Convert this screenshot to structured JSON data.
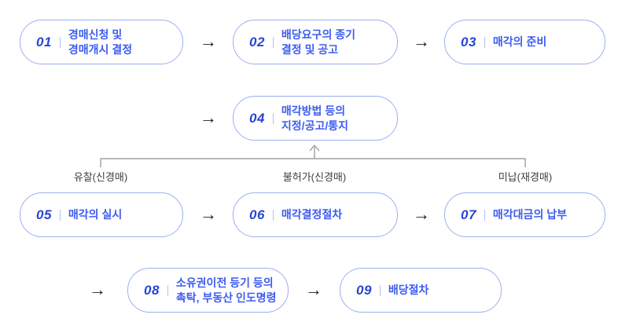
{
  "title": "부동산 경매 절차 흐름도",
  "arrow_glyph": "→",
  "colors": {
    "box_border": "#9dafF1",
    "step_number": "#2845d3",
    "step_text": "#3d5cf0",
    "separator": "#b3c0f5",
    "flow_arrow": "#1c1c1c",
    "feedback_line": "#8f8f8f",
    "branch_label": "#3e3e3e",
    "background": "#ffffff"
  },
  "steps": [
    {
      "num": "01",
      "lines": [
        "경매신청 및",
        "경매개시 결정"
      ]
    },
    {
      "num": "02",
      "lines": [
        "배당요구의 종기",
        "결정 및 공고"
      ]
    },
    {
      "num": "03",
      "lines": [
        "매각의 준비"
      ]
    },
    {
      "num": "04",
      "lines": [
        "매각방법 등의",
        "지정/공고/통지"
      ]
    },
    {
      "num": "05",
      "lines": [
        "매각의 실시"
      ]
    },
    {
      "num": "06",
      "lines": [
        "매각결정절차"
      ]
    },
    {
      "num": "07",
      "lines": [
        "매각대금의 납부"
      ]
    },
    {
      "num": "08",
      "lines": [
        "소유권이전 등기 등의",
        "촉탁, 부동산 인도명령"
      ]
    },
    {
      "num": "09",
      "lines": [
        "배당절차"
      ]
    }
  ],
  "branch_labels": [
    {
      "text": "유찰(신경매)"
    },
    {
      "text": "불허가(신경매)"
    },
    {
      "text": "미납(재경매)"
    }
  ]
}
